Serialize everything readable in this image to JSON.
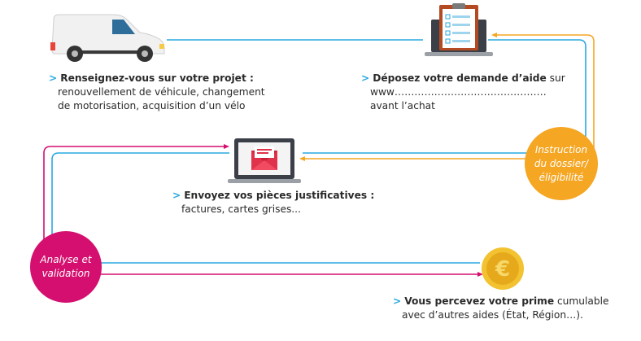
{
  "colors": {
    "blue": "#29a9e0",
    "orange": "#f5a623",
    "magenta": "#d40f6f",
    "text": "#2a2a2a"
  },
  "steps": {
    "step1": {
      "marker": ">",
      "title": "Renseignez-vous sur votre projet :",
      "line1": "renouvellement de véhicule, changement",
      "line2": "de motorisation, acquisition d’un vélo"
    },
    "step2": {
      "marker": ">",
      "title": "Déposez votre demande d’aide",
      "title_suffix": " sur",
      "line1": "www……………………………………….",
      "line2": "avant l’achat"
    },
    "step3": {
      "marker": ">",
      "title": "Envoyez vos pièces justificatives :",
      "line1": "factures, cartes grises..."
    },
    "step4": {
      "marker": ">",
      "title": "Vous percevez votre prime",
      "title_suffix": " cumulable",
      "line1": "avec d’autres aides (État, Région…)."
    }
  },
  "circles": {
    "instruction": {
      "line1": "Instruction",
      "line2": "du dossier/",
      "line3": "éligibilité"
    },
    "analyse": {
      "line1": "Analyse et",
      "line2": "validation"
    }
  },
  "icons": {
    "van": "van-illustration",
    "checklist": "laptop-checklist-illustration",
    "mail": "laptop-mail-illustration",
    "euro": "euro-coin-illustration"
  }
}
